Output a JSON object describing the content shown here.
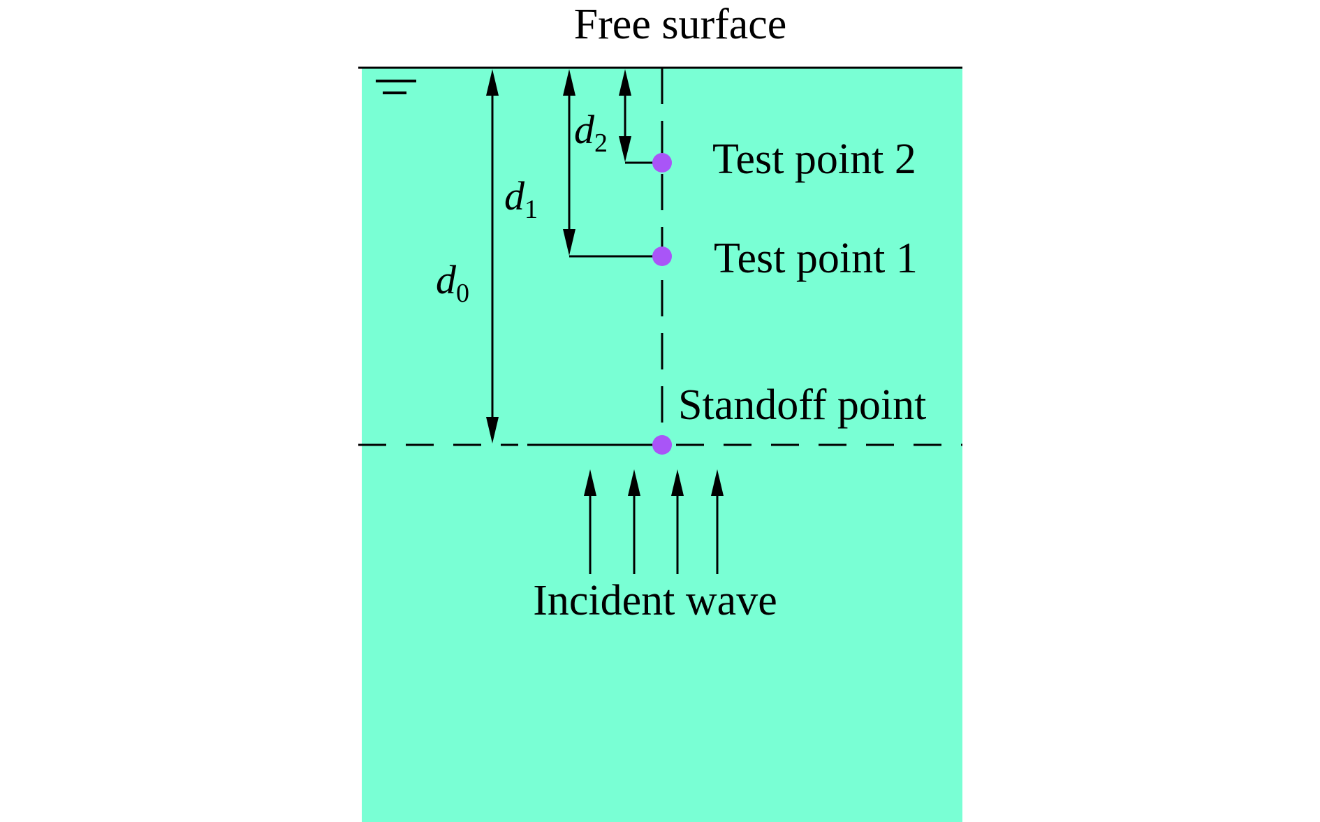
{
  "labels": {
    "free_surface": "Free surface",
    "test_point_2": "Test point 2",
    "test_point_1": "Test point 1",
    "standoff_point": "Standoff point",
    "incident_wave": "Incident wave"
  },
  "variables": {
    "d0": {
      "symbol": "d",
      "subscript": "0"
    },
    "d1": {
      "symbol": "d",
      "subscript": "1"
    },
    "d2": {
      "symbol": "d",
      "subscript": "2"
    }
  },
  "colors": {
    "water": "#79ffd4",
    "point": "#a955f7",
    "line": "#000000"
  }
}
